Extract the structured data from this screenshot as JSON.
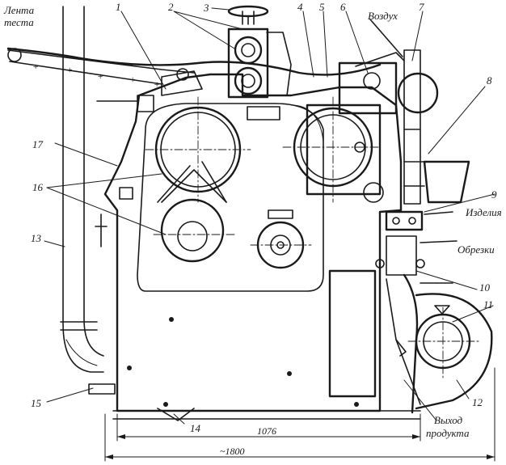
{
  "labels": {
    "dough_sheet_line1": "Лента",
    "dough_sheet_line2": "теста",
    "air": "Воздух",
    "products": "Изделия",
    "trimmings": "Обрезки",
    "product_exit_line1": "Выход",
    "product_exit_line2": "продукта"
  },
  "callouts": [
    "1",
    "2",
    "3",
    "4",
    "5",
    "6",
    "7",
    "8",
    "9",
    "10",
    "11",
    "12",
    "13",
    "14",
    "15",
    "16",
    "17"
  ],
  "dimensions": {
    "inner_width": "1076",
    "overall_width": "~1800"
  }
}
